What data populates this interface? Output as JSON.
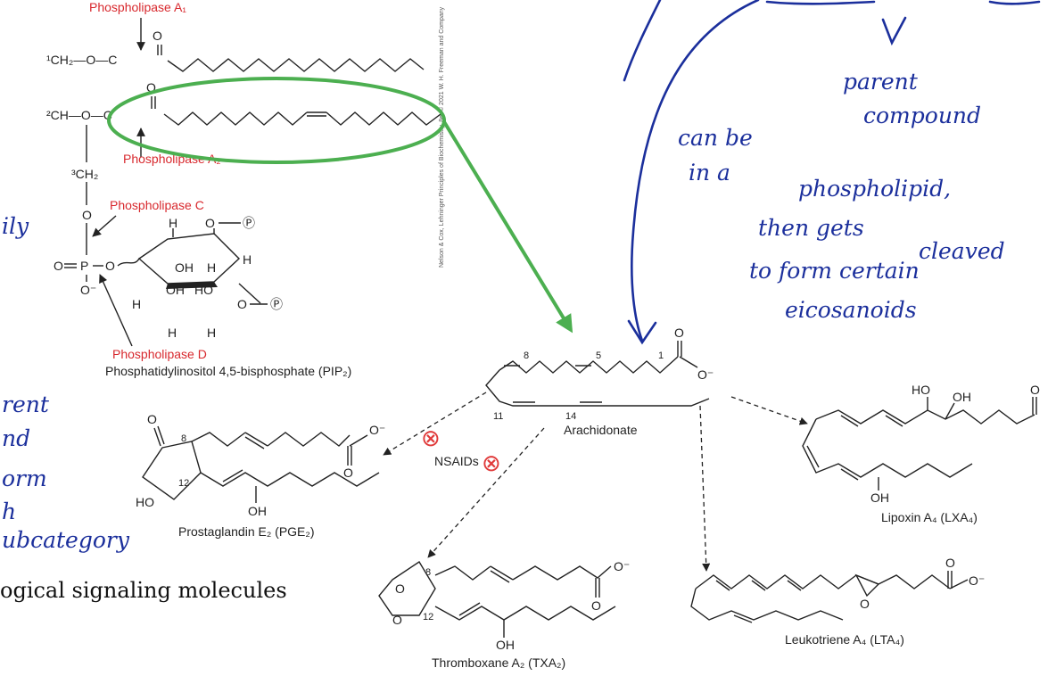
{
  "enzymes": {
    "pla1": "Phospholipase A₁",
    "pla2": "Phospholipase A₂",
    "plc": "Phospholipase C",
    "pld": "Phospholipase D"
  },
  "pip2_caption": "Phosphatidylinositol 4,5-bisphosphate (PIP₂)",
  "credit_line": "Nelson & Cox, Lehninger Principles of Biochemistry, 8e, © 2021 W. H. Freeman and Company",
  "compounds": {
    "arachidonate": "Arachidonate",
    "pge2": "Prostaglandin E₂ (PGE₂)",
    "txa2": "Thromboxane A₂ (TXA₂)",
    "lta4": "Leukotriene A₄ (LTA₄)",
    "lxa4": "Lipoxin A₄ (LXA₄)"
  },
  "inhibitor_label": "NSAIDs",
  "inhibitor_symbol": "⊗",
  "carbon_numbers": {
    "c1": "1",
    "c5": "5",
    "c8": "8",
    "c11": "11",
    "c14": "14",
    "c8b": "8",
    "c12": "12",
    "c8c": "8",
    "c12c": "12"
  },
  "glycerol_labels": {
    "c1": "¹CH₂—O—C",
    "c2": "²CH—O—C",
    "c3": "³CH₂"
  },
  "handwriting": {
    "parent_compound": [
      "parent",
      "compound"
    ],
    "note_lines": [
      "can be",
      "in a",
      "phospholipid,",
      "then gets",
      "cleaved",
      "to form certain",
      "eicosanoids"
    ],
    "left_fragments": [
      "ily",
      "rent",
      "nd",
      "orm",
      "h",
      "ubcategory"
    ]
  },
  "left_text": "ogical signaling molecules",
  "colors": {
    "ink_blue": "#1b2f9c",
    "highlight_green": "#4caf50",
    "enzyme_red": "#d8292e",
    "inhibitor_red": "#e03a3a"
  }
}
